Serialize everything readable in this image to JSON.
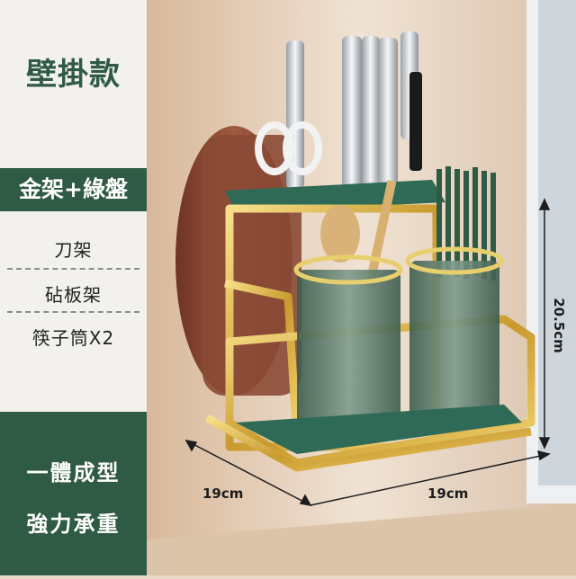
{
  "title": "壁掛款",
  "color_label": "金架+綠盤",
  "features": [
    "刀架",
    "砧板架",
    "筷子筒X2"
  ],
  "highlights": [
    "一體成型",
    "強力承重"
  ],
  "dimensions": {
    "width": "19cm",
    "depth": "19cm",
    "height": "20.5cm"
  },
  "colors": {
    "brand_green": "#2f5a44",
    "gold": "#d4b24a",
    "tray_green": "#2e6a55",
    "board_brown": "#8a4a35"
  }
}
